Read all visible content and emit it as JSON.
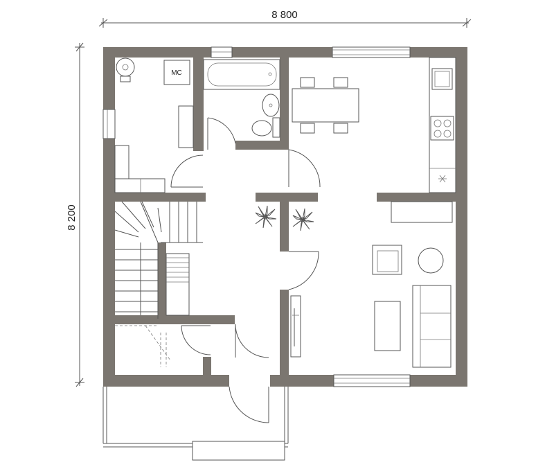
{
  "dimensions": {
    "width_label": "8 800",
    "height_label": "8 200"
  },
  "labels": {
    "boiler_room_tag": "МС"
  },
  "colors": {
    "wall": "#7b7670",
    "line": "#555555",
    "background": "#ffffff"
  }
}
